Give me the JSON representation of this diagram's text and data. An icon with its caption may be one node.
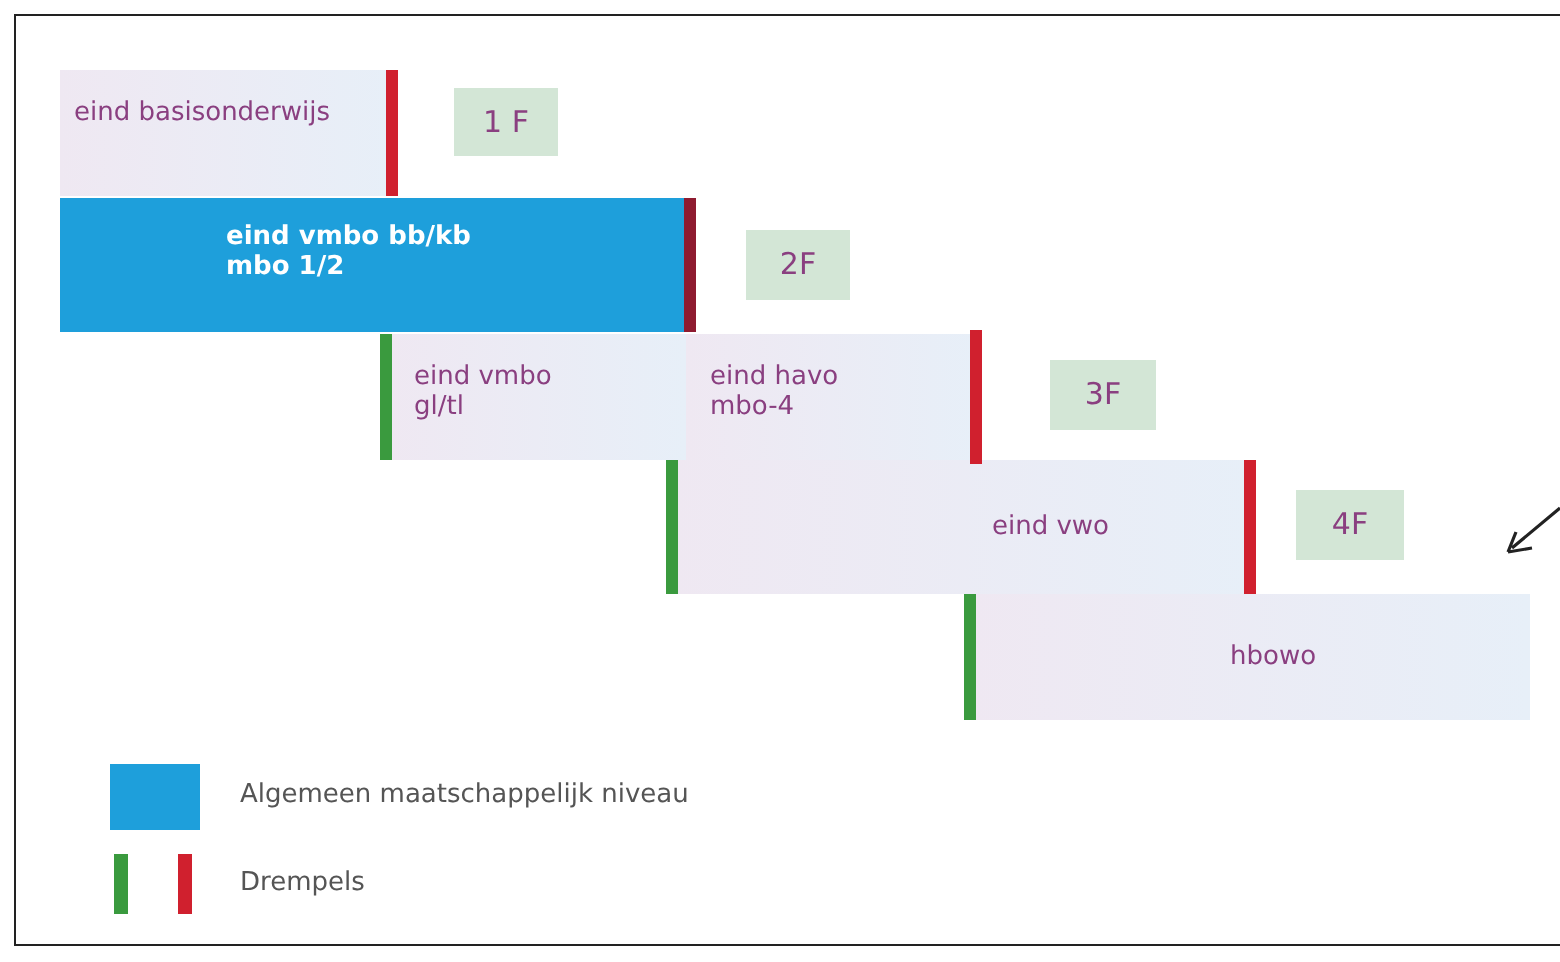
{
  "diagram": {
    "nodes": [
      {
        "text": [
          "eind basisonderwijs"
        ]
      },
      {
        "text": [
          "1 F"
        ]
      },
      {
        "text": [
          "eind vmbo bb/kb mbo 1/2"
        ]
      },
      {
        "text": [
          "2F"
        ]
      },
      {
        "text": [
          "eind vmbo gl/tl"
        ]
      },
      {
        "text": [
          "eind havo mbo-4"
        ]
      },
      {
        "text": [
          "3F"
        ]
      },
      {
        "text": [
          "eind vwo"
        ]
      },
      {
        "text": [
          "4F"
        ]
      },
      {
        "text": [
          "hbowo"
        ]
      }
    ],
    "legend": [
      {
        "text": "Algemeen maatschappelijk niveau",
        "color": "#1e9fdb"
      },
      {
        "text": "Drempels"
      }
    ]
  }
}
